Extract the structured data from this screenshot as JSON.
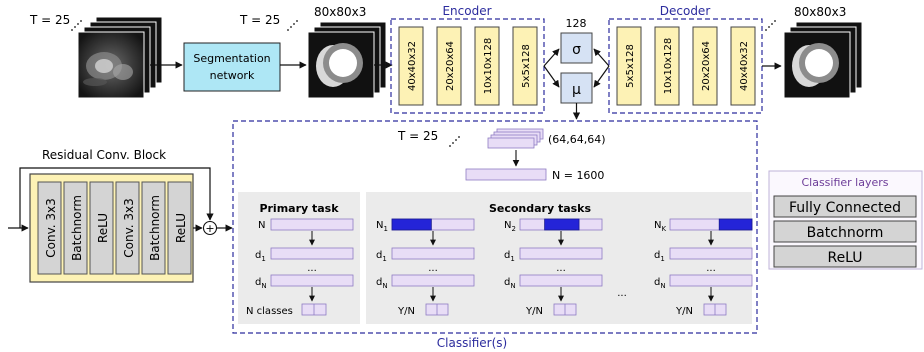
{
  "pipeline": {
    "t_label": "T = 25",
    "dim_label": "80x80x3",
    "segmentation_line1": "Segmentation",
    "segmentation_line2": "network",
    "encoder_title": "Encoder",
    "decoder_title": "Decoder",
    "encoder_layers": [
      "40x40x32",
      "20x20x64",
      "10x10x128",
      "5x5x128"
    ],
    "decoder_layers": [
      "5x5x128",
      "10x10x128",
      "20x20x64",
      "40x40x32"
    ],
    "latent_size": "128",
    "sigma": "σ",
    "mu": "μ"
  },
  "residual_block": {
    "title": "Residual Conv. Block",
    "layers": [
      "Conv. 3x3",
      "Batchnorm",
      "ReLU",
      "Conv. 3x3",
      "Batchnorm",
      "ReLU"
    ],
    "add_symbol": "+"
  },
  "classifier": {
    "title": "Classifier(s)",
    "input_t": "T = 25",
    "input_shape": "(64,64,64)",
    "flatten_label": "N = 1600",
    "primary_title": "Primary task",
    "secondary_title": "Secondary tasks",
    "primary": {
      "n": "N",
      "d1": "d",
      "d1_sub": "1",
      "dots": "...",
      "dn": "d",
      "dn_sub": "N",
      "out": "N classes"
    },
    "secondary_n_subs": [
      "1",
      "2",
      "K"
    ],
    "secondary_out": "Y/N",
    "between_dots": "...",
    "fill_fractions": [
      [
        0,
        0.48
      ],
      [
        0.3,
        0.72
      ],
      [
        0.6,
        1.0
      ]
    ]
  },
  "legend": {
    "title": "Classifier layers",
    "items": [
      "Fully Connected",
      "Batchnorm",
      "ReLU"
    ]
  },
  "colors": {
    "accent_blue": "#2c2c9e",
    "segmentation_fill": "#aee7f5",
    "layer_fill": "#fdf2b5",
    "latent_fill": "#d6e2f4",
    "fc_fill": "#e8ddf6",
    "highlight": "#2424d8",
    "gray_panel": "#ebebeb",
    "legend_purple": "#6d3d99"
  }
}
